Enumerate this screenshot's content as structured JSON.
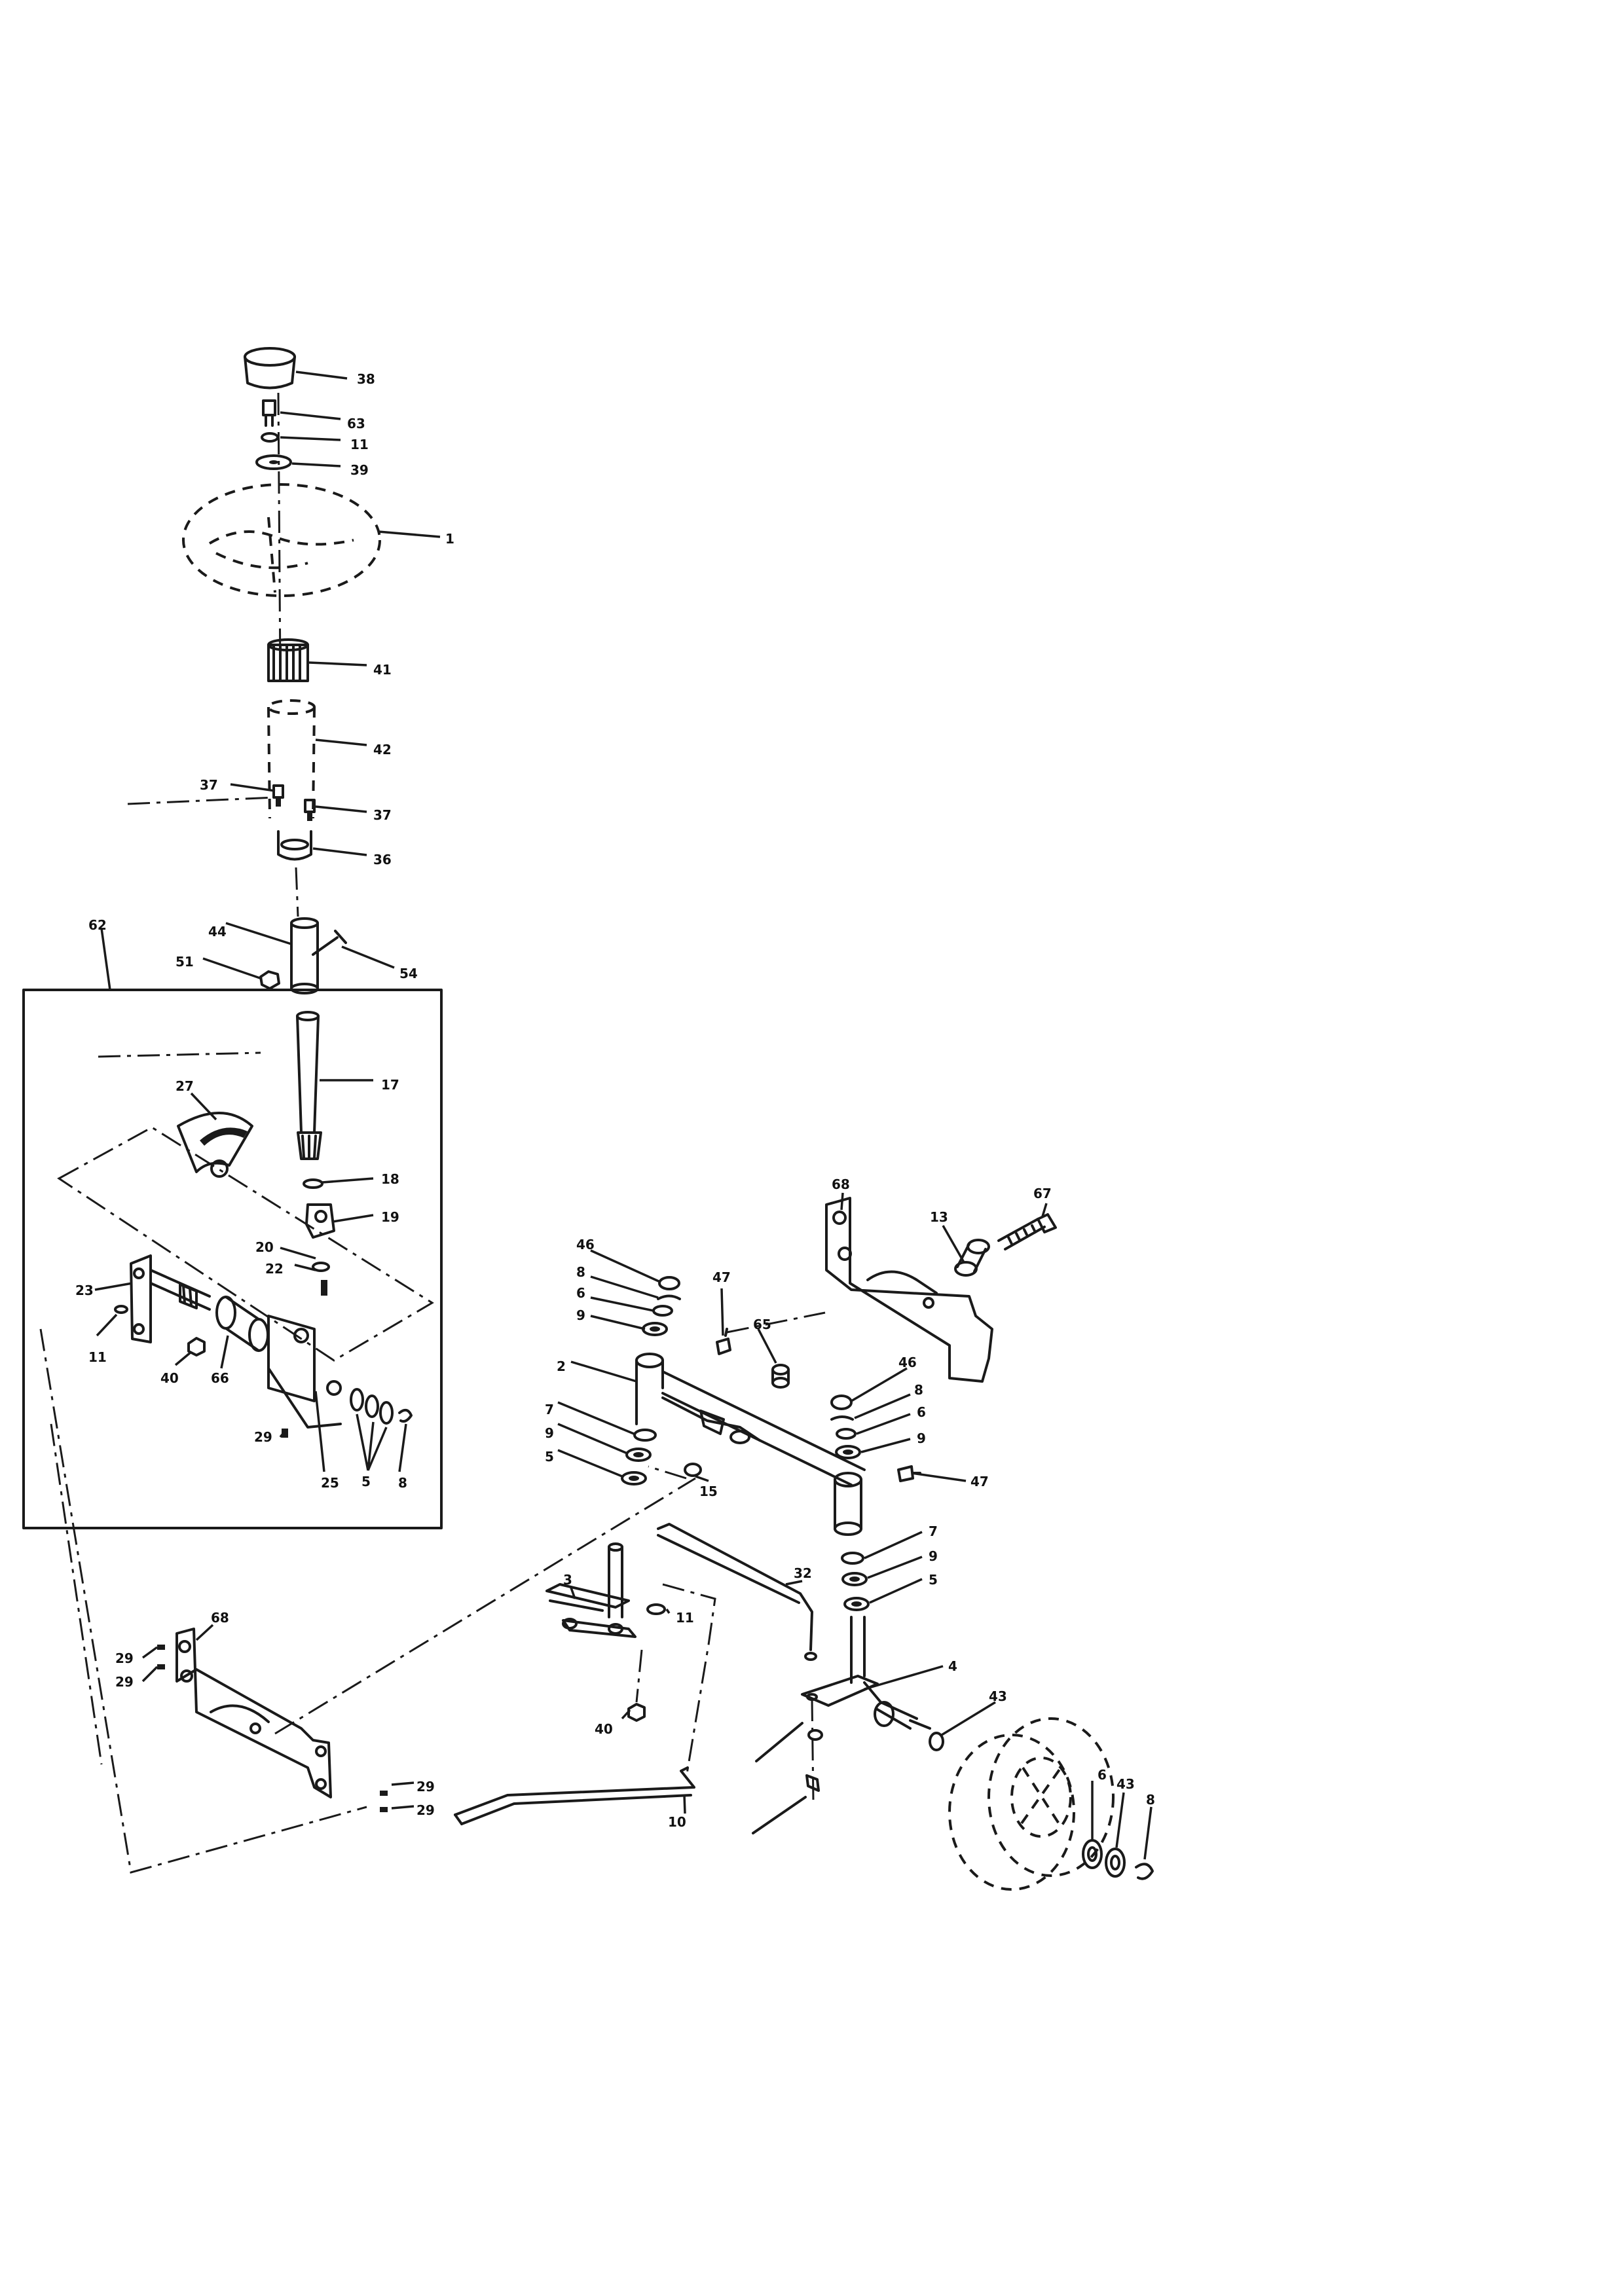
{
  "diagram": {
    "parts": [
      {
        "id": "p1",
        "label": "1"
      },
      {
        "id": "p2",
        "label": "2"
      },
      {
        "id": "p3",
        "label": "3"
      },
      {
        "id": "p4",
        "label": "4"
      },
      {
        "id": "p5a",
        "label": "5"
      },
      {
        "id": "p5b",
        "label": "5"
      },
      {
        "id": "p5c",
        "label": "5"
      },
      {
        "id": "p6a",
        "label": "6"
      },
      {
        "id": "p6b",
        "label": "6"
      },
      {
        "id": "p6c",
        "label": "6"
      },
      {
        "id": "p7a",
        "label": "7"
      },
      {
        "id": "p7b",
        "label": "7"
      },
      {
        "id": "p8a",
        "label": "8"
      },
      {
        "id": "p8b",
        "label": "8"
      },
      {
        "id": "p8c",
        "label": "8"
      },
      {
        "id": "p8d",
        "label": "8"
      },
      {
        "id": "p9a",
        "label": "9"
      },
      {
        "id": "p9b",
        "label": "9"
      },
      {
        "id": "p9c",
        "label": "9"
      },
      {
        "id": "p9d",
        "label": "9"
      },
      {
        "id": "p10",
        "label": "10"
      },
      {
        "id": "p11a",
        "label": "11"
      },
      {
        "id": "p11b",
        "label": "11"
      },
      {
        "id": "p11c",
        "label": "11"
      },
      {
        "id": "p13",
        "label": "13"
      },
      {
        "id": "p15",
        "label": "15"
      },
      {
        "id": "p17",
        "label": "17"
      },
      {
        "id": "p18",
        "label": "18"
      },
      {
        "id": "p19",
        "label": "19"
      },
      {
        "id": "p20",
        "label": "20"
      },
      {
        "id": "p22",
        "label": "22"
      },
      {
        "id": "p23",
        "label": "23"
      },
      {
        "id": "p25",
        "label": "25"
      },
      {
        "id": "p27",
        "label": "27"
      },
      {
        "id": "p29a",
        "label": "29"
      },
      {
        "id": "p29b",
        "label": "29"
      },
      {
        "id": "p29c",
        "label": "29"
      },
      {
        "id": "p29d",
        "label": "29"
      },
      {
        "id": "p29e",
        "label": "29"
      },
      {
        "id": "p32",
        "label": "32"
      },
      {
        "id": "p36",
        "label": "36"
      },
      {
        "id": "p37a",
        "label": "37"
      },
      {
        "id": "p37b",
        "label": "37"
      },
      {
        "id": "p38",
        "label": "38"
      },
      {
        "id": "p39",
        "label": "39"
      },
      {
        "id": "p40a",
        "label": "40"
      },
      {
        "id": "p40b",
        "label": "40"
      },
      {
        "id": "p41",
        "label": "41"
      },
      {
        "id": "p42",
        "label": "42"
      },
      {
        "id": "p43a",
        "label": "43"
      },
      {
        "id": "p43b",
        "label": "43"
      },
      {
        "id": "p44",
        "label": "44"
      },
      {
        "id": "p46a",
        "label": "46"
      },
      {
        "id": "p46b",
        "label": "46"
      },
      {
        "id": "p47a",
        "label": "47"
      },
      {
        "id": "p47b",
        "label": "47"
      },
      {
        "id": "p51",
        "label": "51"
      },
      {
        "id": "p54",
        "label": "54"
      },
      {
        "id": "p62",
        "label": "62"
      },
      {
        "id": "p63",
        "label": "63"
      },
      {
        "id": "p65",
        "label": "65"
      },
      {
        "id": "p66",
        "label": "66"
      },
      {
        "id": "p67",
        "label": "67"
      },
      {
        "id": "p68a",
        "label": "68"
      },
      {
        "id": "p68b",
        "label": "68"
      }
    ]
  }
}
